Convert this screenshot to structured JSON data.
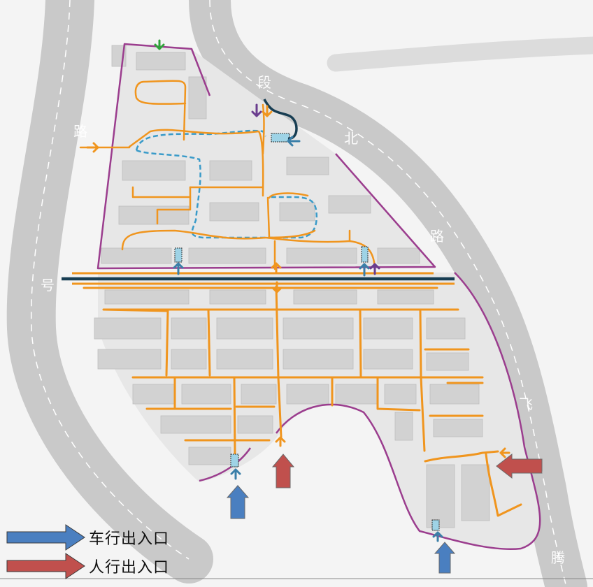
{
  "legend": {
    "vehicle_label": "车行出入口",
    "pedestrian_label": "人行出入口"
  },
  "road_labels": {
    "left_a": "路",
    "left_b": "号",
    "top_a": "段",
    "top_b": "北",
    "right_a": "路",
    "right_b": "飞",
    "bottom_right": "腾"
  },
  "colors": {
    "vehicle_entrance": "#4a7fc0",
    "pedestrian_entrance": "#c0504d",
    "boundary": "#9b3d8e",
    "pedestrian_path": "#f0951e",
    "fire_lane": "#3a9bc9",
    "main_road": "#173d52",
    "gate_box": "#9ed3e6"
  }
}
